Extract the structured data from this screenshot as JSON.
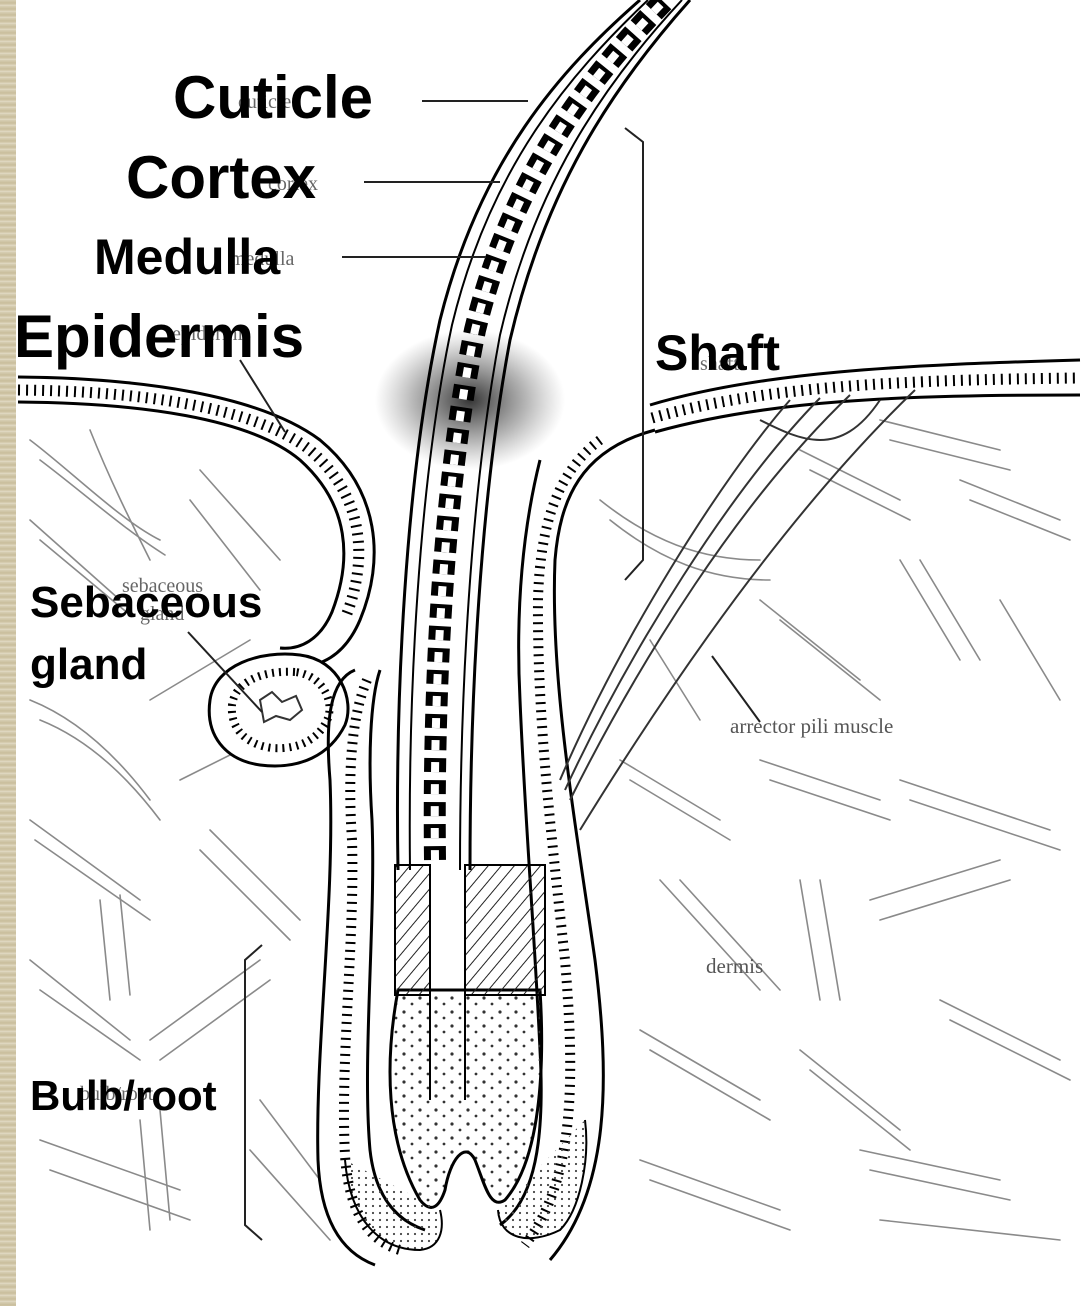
{
  "labels": {
    "cuticle": "Cuticle",
    "cortex": "Cortex",
    "medulla": "Medulla",
    "epidermis": "Epidermis",
    "shaft": "Shaft",
    "sebaceous": "Sebaceous",
    "gland": "gland",
    "bulb_root": "Bulb/root"
  },
  "original_labels": {
    "arrector_pili": "arrector pili muscle",
    "dermis": "dermis"
  },
  "colors": {
    "ink": "#000000",
    "faint_ink": "#555555",
    "fiber": "#8a8a8a",
    "paper": "#ffffff",
    "edge": "#d2c8ab"
  }
}
